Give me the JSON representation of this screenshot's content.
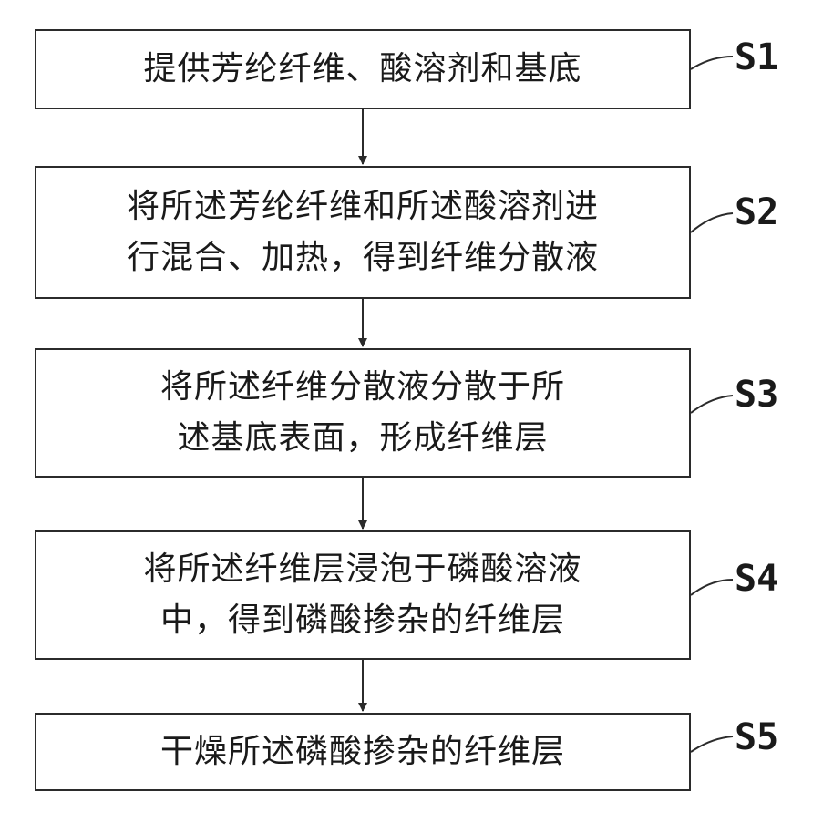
{
  "steps": [
    {
      "label": "S1",
      "text": "提供芳纶纤维、酸溶剂和基底"
    },
    {
      "label": "S2",
      "text": "将所述芳纶纤维和所述酸溶剂进\n行混合、加热，得到纤维分散液"
    },
    {
      "label": "S3",
      "text": "将所述纤维分散液分散于所\n述基底表面，形成纤维层"
    },
    {
      "label": "S4",
      "text": "将所述纤维层浸泡于磷酸溶液\n中，得到磷酸掺杂的纤维层"
    },
    {
      "label": "S5",
      "text": "干燥所述磷酸掺杂的纤维层"
    }
  ]
}
